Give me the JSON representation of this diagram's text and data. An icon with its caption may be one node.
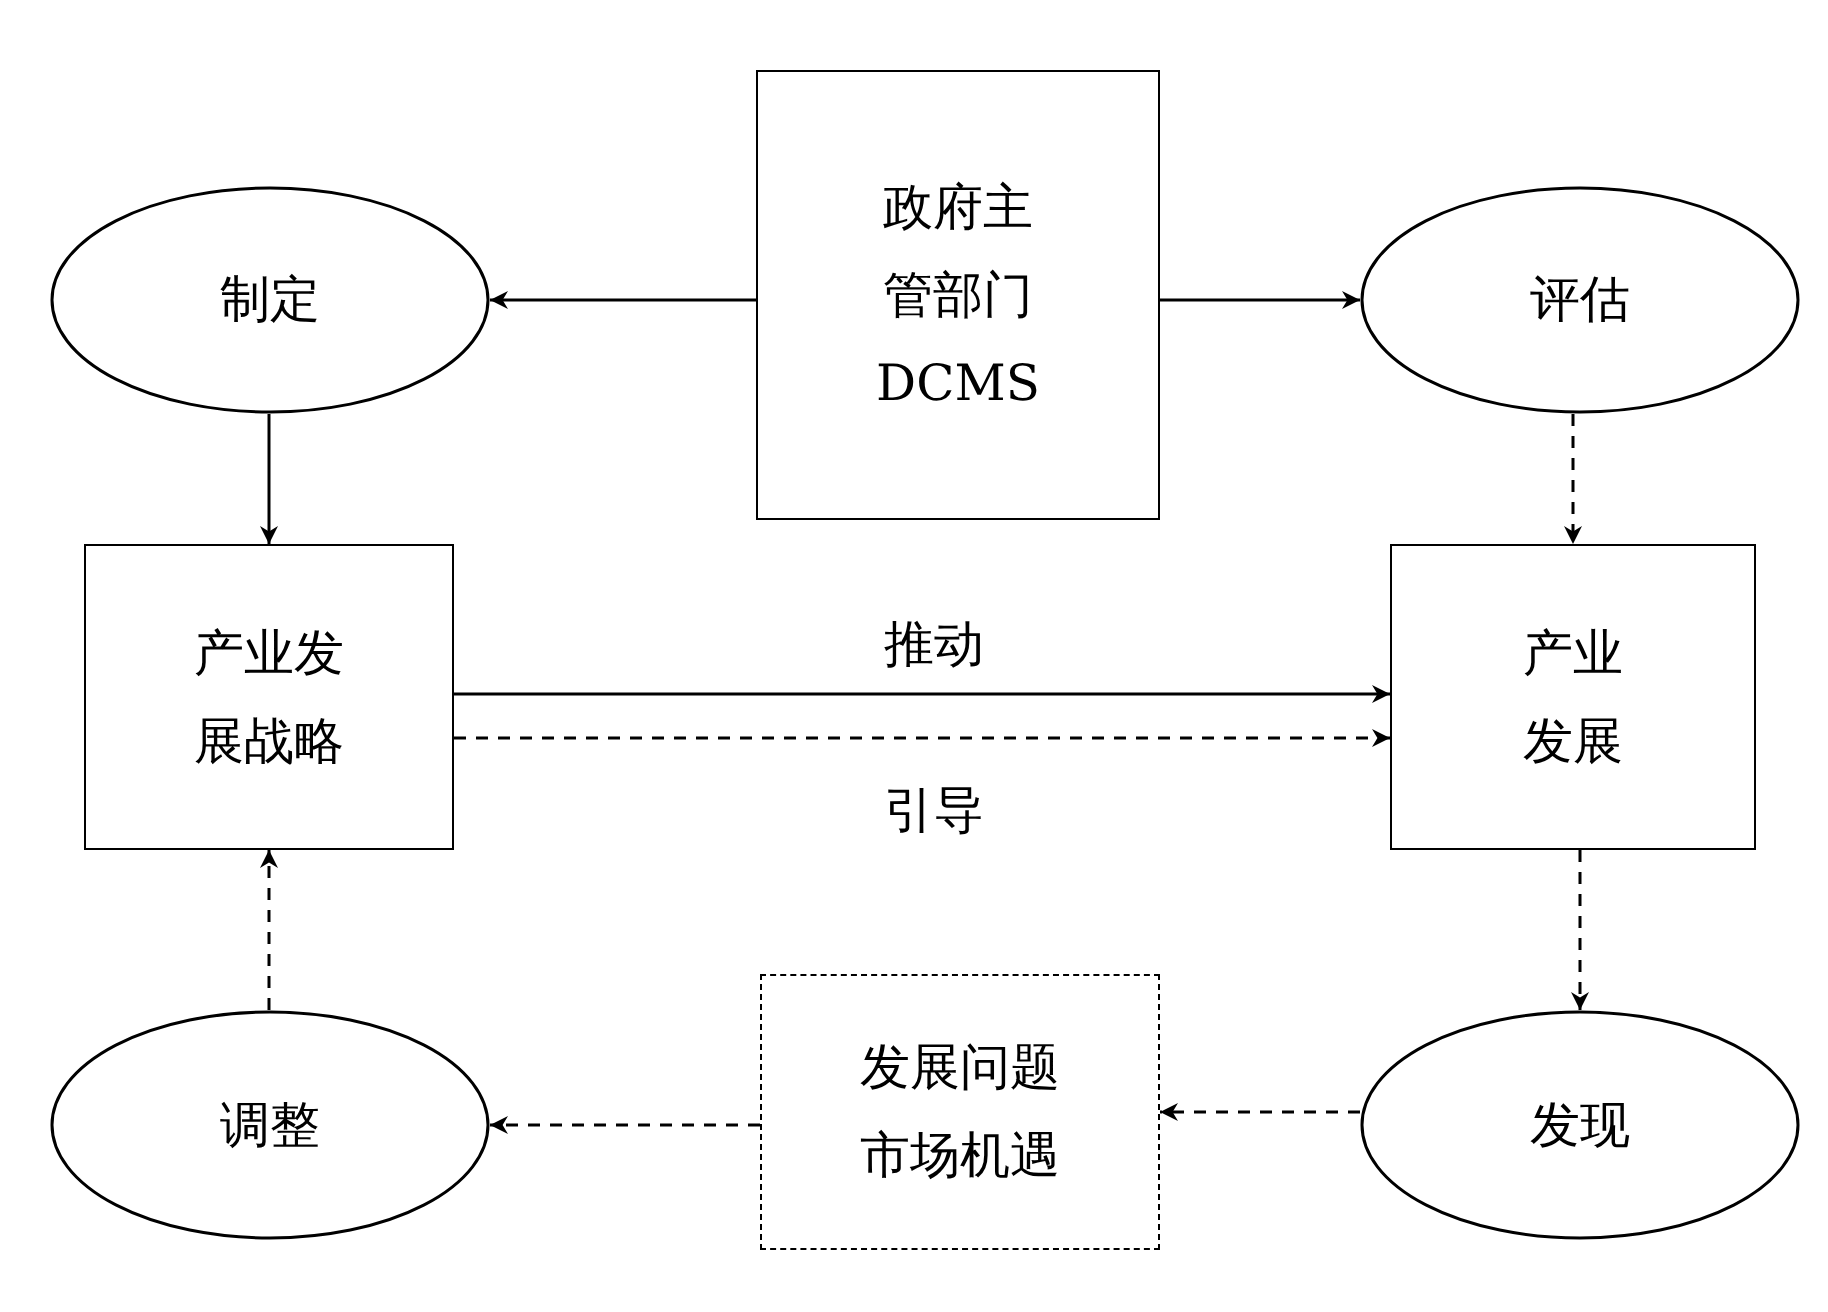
{
  "diagram": {
    "nodes": [
      {
        "text": [
          "政府主管部门DCMS"
        ]
      },
      {
        "text": [
          "制定"
        ]
      },
      {
        "text": [
          "评估"
        ]
      },
      {
        "text": [
          "产业发展战略"
        ]
      },
      {
        "text": [
          "产业发展"
        ]
      },
      {
        "text": [
          "调整"
        ]
      },
      {
        "text": [
          "发展问题",
          "市场机遇"
        ]
      },
      {
        "text": [
          "发现"
        ]
      }
    ],
    "edges": [
      {
        "from": 0,
        "to": 1,
        "arrow": "to"
      },
      {
        "from": 0,
        "to": 2,
        "arrow": "to"
      },
      {
        "from": 1,
        "to": 3,
        "arrow": "to"
      },
      {
        "from": 2,
        "to": 4,
        "arrow": "to",
        "style": "dashed"
      },
      {
        "from": 3,
        "to": 4,
        "arrow": "to",
        "label": "推动"
      },
      {
        "from": 3,
        "to": 4,
        "arrow": "to",
        "label": "引导",
        "style": "dashed"
      },
      {
        "from": 4,
        "to": 7,
        "arrow": "to",
        "style": "dashed"
      },
      {
        "from": 7,
        "to": 6,
        "arrow": "to",
        "style": "dashed"
      },
      {
        "from": 6,
        "to": 5,
        "arrow": "to",
        "style": "dashed"
      },
      {
        "from": 5,
        "to": 3,
        "arrow": "to",
        "style": "dashed"
      }
    ]
  }
}
